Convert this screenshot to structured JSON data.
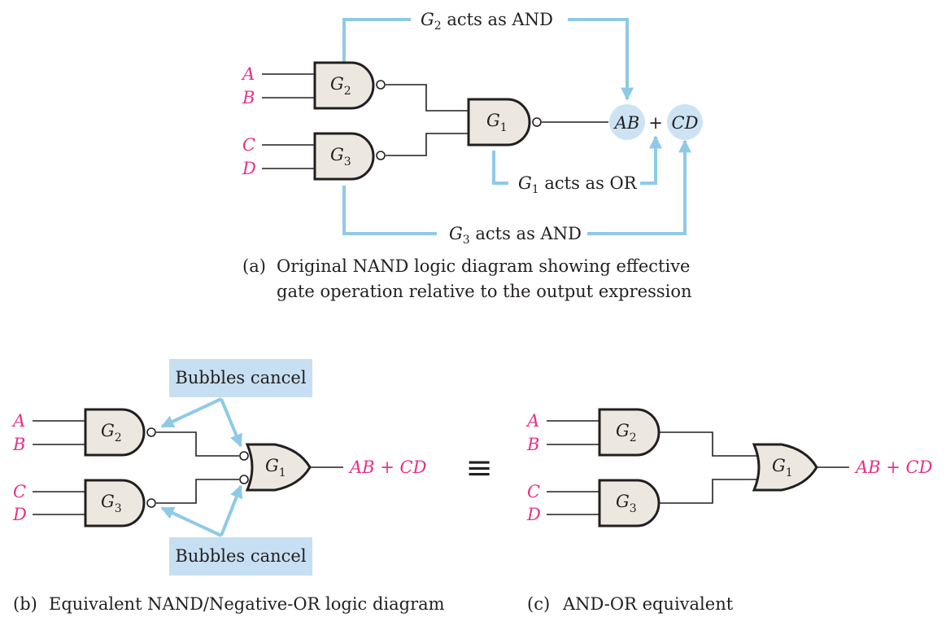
{
  "part_a": {
    "inputs": {
      "a": "A",
      "b": "B",
      "c": "C",
      "d": "D"
    },
    "gates": {
      "g2": {
        "letter": "G",
        "sub": "2"
      },
      "g3": {
        "letter": "G",
        "sub": "3"
      },
      "g1": {
        "letter": "G",
        "sub": "1"
      }
    },
    "output": {
      "ab": "AB",
      "plus": "+",
      "cd": "CD"
    },
    "notes": {
      "g2": {
        "letter": "G",
        "sub": "2",
        "rest": " acts as AND"
      },
      "g1": {
        "letter": "G",
        "sub": "1",
        "rest": " acts as OR"
      },
      "g3": {
        "letter": "G",
        "sub": "3",
        "rest": " acts as AND"
      }
    },
    "caption": {
      "label": "(a)",
      "line1": "Original NAND logic diagram showing effective",
      "line2": "gate operation relative to the output expression"
    }
  },
  "part_b": {
    "inputs": {
      "a": "A",
      "b": "B",
      "c": "C",
      "d": "D"
    },
    "gates": {
      "g2": {
        "letter": "G",
        "sub": "2"
      },
      "g3": {
        "letter": "G",
        "sub": "3"
      },
      "g1": {
        "letter": "G",
        "sub": "1"
      }
    },
    "output": "AB + CD",
    "callouts": {
      "top": "Bubbles cancel",
      "bottom": "Bubbles cancel"
    },
    "caption": {
      "label": "(b)",
      "text": "Equivalent NAND/Negative-OR logic diagram"
    }
  },
  "equivalence_symbol": "≡",
  "part_c": {
    "inputs": {
      "a": "A",
      "b": "B",
      "c": "C",
      "d": "D"
    },
    "gates": {
      "g2": {
        "letter": "G",
        "sub": "2"
      },
      "g3": {
        "letter": "G",
        "sub": "3"
      },
      "g1": {
        "letter": "G",
        "sub": "1"
      }
    },
    "output": "AB + CD",
    "caption": {
      "label": "(c)",
      "text": "AND-OR equivalent"
    }
  },
  "colors": {
    "input_labels": "#e6308a",
    "annotation_lines": "#8ecae6",
    "annotation_fill": "#c6dff2",
    "gate_fill": "#ede8df",
    "ink": "#231f20"
  }
}
